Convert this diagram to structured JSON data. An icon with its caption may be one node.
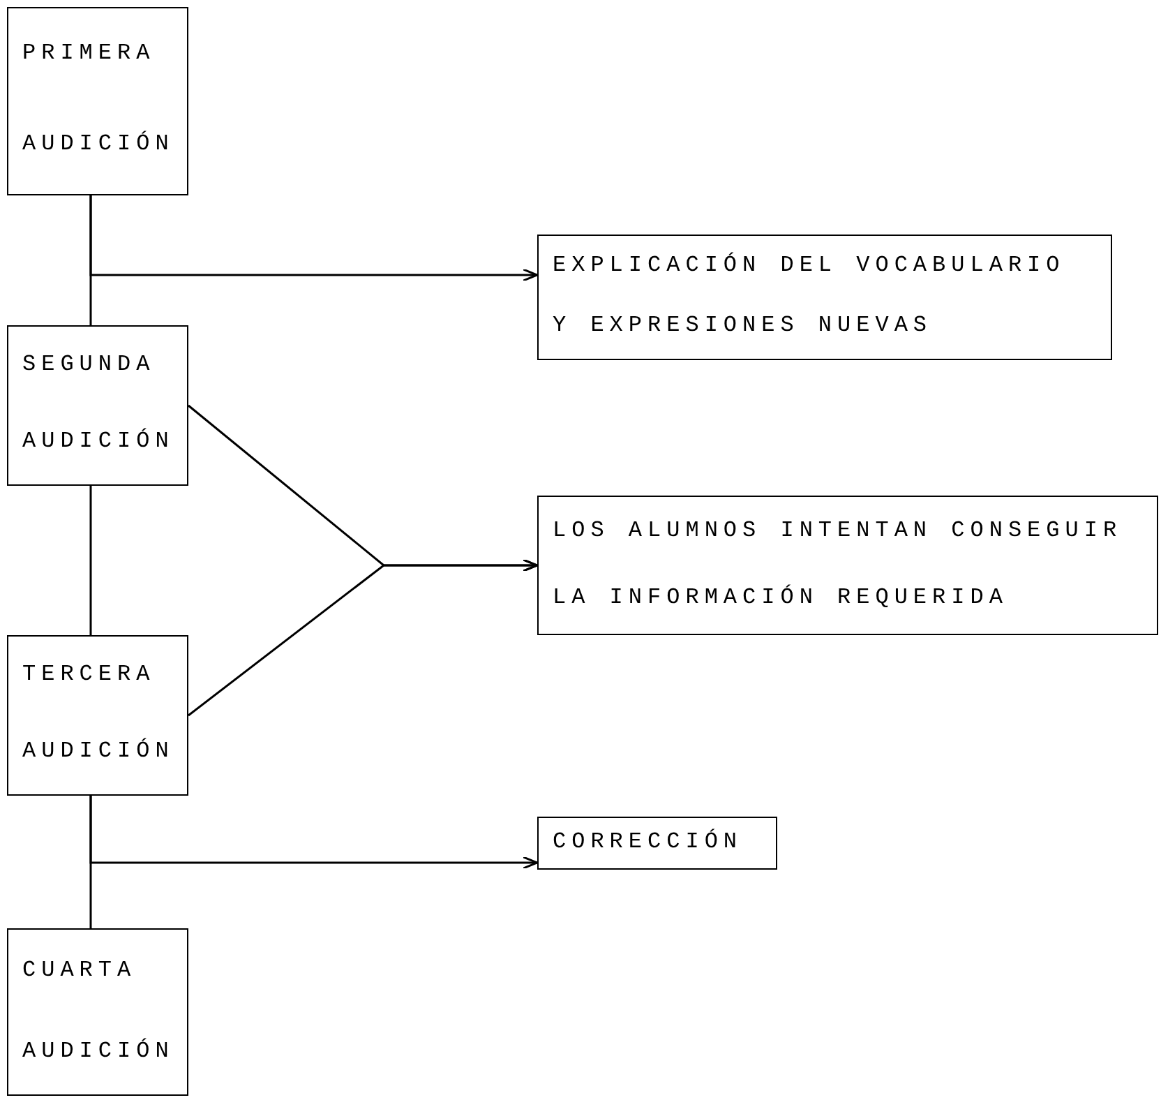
{
  "diagram": {
    "nodes": [
      {
        "text": [
          "PRIMERA AUDICIÓN"
        ]
      },
      {
        "text": [
          "EXPLICACIÓN DEL VOCABULARIO Y EXPRESIONES NUEVAS"
        ]
      },
      {
        "text": [
          "SEGUNDA AUDICIÓN"
        ]
      },
      {
        "text": [
          "LOS ALUMNOS INTENTAN CONSEGUIR LA INFORMACIÓN REQUERIDA"
        ]
      },
      {
        "text": [
          "TERCERA AUDICIÓN"
        ]
      },
      {
        "text": [
          "CORRECCIÓN"
        ]
      },
      {
        "text": [
          "CUARTA AUDICIÓN"
        ]
      }
    ],
    "edges": [
      {
        "from": 0,
        "to": 2,
        "arrow": "none"
      },
      {
        "from": 0,
        "to": 1,
        "arrow": "to"
      },
      {
        "from": 2,
        "to": 4,
        "arrow": "none"
      },
      {
        "from": 2,
        "to": 3,
        "arrow": "to"
      },
      {
        "from": 4,
        "to": 3,
        "arrow": "to"
      },
      {
        "from": 4,
        "to": 6,
        "arrow": "none"
      },
      {
        "from": 4,
        "to": 5,
        "arrow": "to"
      }
    ]
  }
}
